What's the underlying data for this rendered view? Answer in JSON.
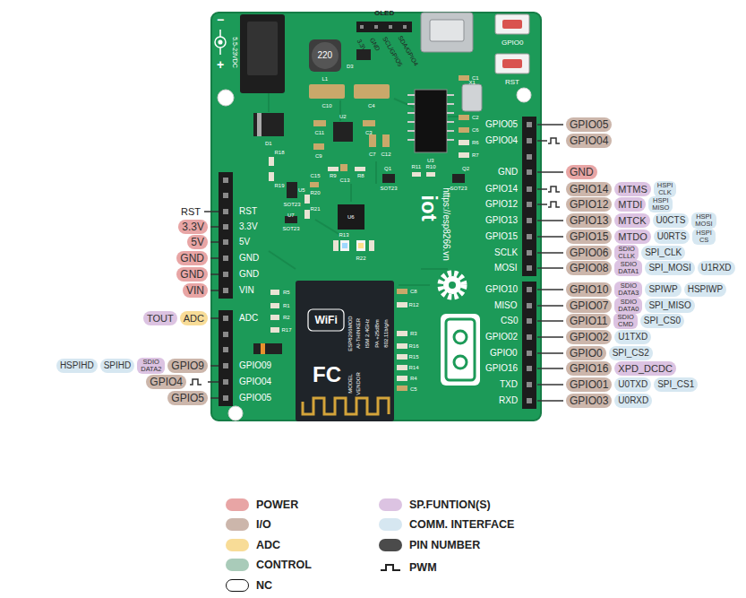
{
  "diagram": {
    "nodes": [
      {
        "text": [
          "GPIO05"
        ]
      },
      {
        "text": [
          "GPIO04"
        ]
      },
      {
        "text": [
          "GND"
        ]
      },
      {
        "text": [
          "GPIO14"
        ]
      },
      {
        "text": [
          "MTMS"
        ]
      },
      {
        "text": [
          "HSPI CLK"
        ]
      },
      {
        "text": [
          "GPIO12"
        ]
      },
      {
        "text": [
          "MTDI"
        ]
      },
      {
        "text": [
          "HSPI MISO"
        ]
      },
      {
        "text": [
          "GPIO13"
        ]
      },
      {
        "text": [
          "MTCK"
        ]
      },
      {
        "text": [
          "U0CTS"
        ]
      },
      {
        "text": [
          "HSPI MOSI"
        ]
      },
      {
        "text": [
          "GPIO15"
        ]
      },
      {
        "text": [
          "MTDO"
        ]
      },
      {
        "text": [
          "U0RTS"
        ]
      },
      {
        "text": [
          "HSPI CS"
        ]
      },
      {
        "text": [
          "GPIO06"
        ]
      },
      {
        "text": [
          "SDIO CLLK"
        ]
      },
      {
        "text": [
          "SPI_CLK"
        ]
      },
      {
        "text": [
          "GPIO08"
        ]
      },
      {
        "text": [
          "SDIO DATA1"
        ]
      },
      {
        "text": [
          "SPI_MOSI"
        ]
      },
      {
        "text": [
          "U1RXD"
        ]
      },
      {
        "text": [
          "GPIO10"
        ]
      },
      {
        "text": [
          "SDIO DATA3"
        ]
      },
      {
        "text": [
          "SPIWP"
        ]
      },
      {
        "text": [
          "HSPIWP"
        ]
      },
      {
        "text": [
          "GPIO07"
        ]
      },
      {
        "text": [
          "SDIO DATA0"
        ]
      },
      {
        "text": [
          "SPI_MISO"
        ]
      },
      {
        "text": [
          "GPIO11"
        ]
      },
      {
        "text": [
          "SDIO CMD"
        ]
      },
      {
        "text": [
          "SPI_CS0"
        ]
      },
      {
        "text": [
          "GPIO02"
        ]
      },
      {
        "text": [
          "U1TXD"
        ]
      },
      {
        "text": [
          "GPIO0"
        ]
      },
      {
        "text": [
          "SPI_CS2"
        ]
      },
      {
        "text": [
          "GPIO16"
        ]
      },
      {
        "text": [
          "XPD_DCDC"
        ]
      },
      {
        "text": [
          "GPIO01"
        ]
      },
      {
        "text": [
          "U0TXD"
        ]
      },
      {
        "text": [
          "SPI_CS1"
        ]
      },
      {
        "text": [
          "GPIO03"
        ]
      },
      {
        "text": [
          "U0RXD"
        ]
      },
      {
        "text": [
          "3.3V"
        ]
      },
      {
        "text": [
          "5V"
        ]
      },
      {
        "text": [
          "GND"
        ]
      },
      {
        "text": [
          "GND"
        ]
      },
      {
        "text": [
          "VIN"
        ]
      },
      {
        "text": [
          "TOUT"
        ]
      },
      {
        "text": [
          "ADC"
        ]
      },
      {
        "text": [
          "HSPIHD"
        ]
      },
      {
        "text": [
          "SPIHD"
        ]
      },
      {
        "text": [
          "SDIO DATA2"
        ]
      },
      {
        "text": [
          "GPIO9"
        ]
      },
      {
        "text": [
          "GPIO4"
        ]
      },
      {
        "text": [
          "GPIO5"
        ]
      }
    ],
    "labels": [
      "RST",
      "GPIO05",
      "GPIO04",
      "GND",
      "GPIO14",
      "GPIO12",
      "GPIO13",
      "GPIO15",
      "SCLK",
      "MOSI",
      "GPIO10",
      "MISO",
      "CS0",
      "GPIO02",
      "GPIO0",
      "GPIO16",
      "TXD",
      "RXD",
      "RST",
      "3.3V",
      "5V",
      "GND",
      "GND",
      "VIN",
      "ADC",
      "GPIO09",
      "GPIO04",
      "GPIO05",
      "OLED",
      "3.3V",
      "GND",
      "SCL/GPIO5",
      "SDA/GPIO4",
      "GPIO0",
      "RST",
      "5.5-23VDC",
      "−",
      "+",
      "220",
      "L1",
      "D3",
      "D1",
      "C10",
      "C4",
      "C11",
      "U2",
      "C3",
      "C9",
      "C7",
      "C12",
      "X1",
      "C1",
      "C2",
      "C6",
      "R6",
      "R7",
      "U3",
      "Q1",
      "R11",
      "R10",
      "Q2",
      "SOT23",
      "SOT23",
      "R18",
      "R19",
      "U5",
      "SOT23",
      "U7",
      "SOT23",
      "C15",
      "R9",
      "C13",
      "R8",
      "R20",
      "R21",
      "U6",
      "R13",
      "R22",
      "R5",
      "R1",
      "R2",
      "R17",
      "C8",
      "R12",
      "R3",
      "R16",
      "R15",
      "R14",
      "R4",
      "C5",
      "WiFi",
      "MODEL",
      "ESP8266MOD",
      "VENDOR",
      "AI-THINKER",
      "ISM 2.4GHz",
      "PA +25dBm",
      "802.11b/g/n",
      "FC",
      "https://esp8266.vn",
      "iot"
    ],
    "legend": [
      {
        "text": "POWER",
        "color": "#e8a5a5"
      },
      {
        "text": "I/O",
        "color": "#ccb6ab"
      },
      {
        "text": "ADC",
        "color": "#f8dc97"
      },
      {
        "text": "CONTROL",
        "color": "#a9cbb9"
      },
      {
        "text": "NC"
      },
      {
        "text": "SP.FUNTION(S)",
        "color": "#dcc3e2"
      },
      {
        "text": "COMM. INTERFACE",
        "color": "#d6e7f1"
      },
      {
        "text": "PIN NUMBER",
        "color": "#4b4b4b"
      },
      {
        "text": "PWM"
      }
    ]
  }
}
